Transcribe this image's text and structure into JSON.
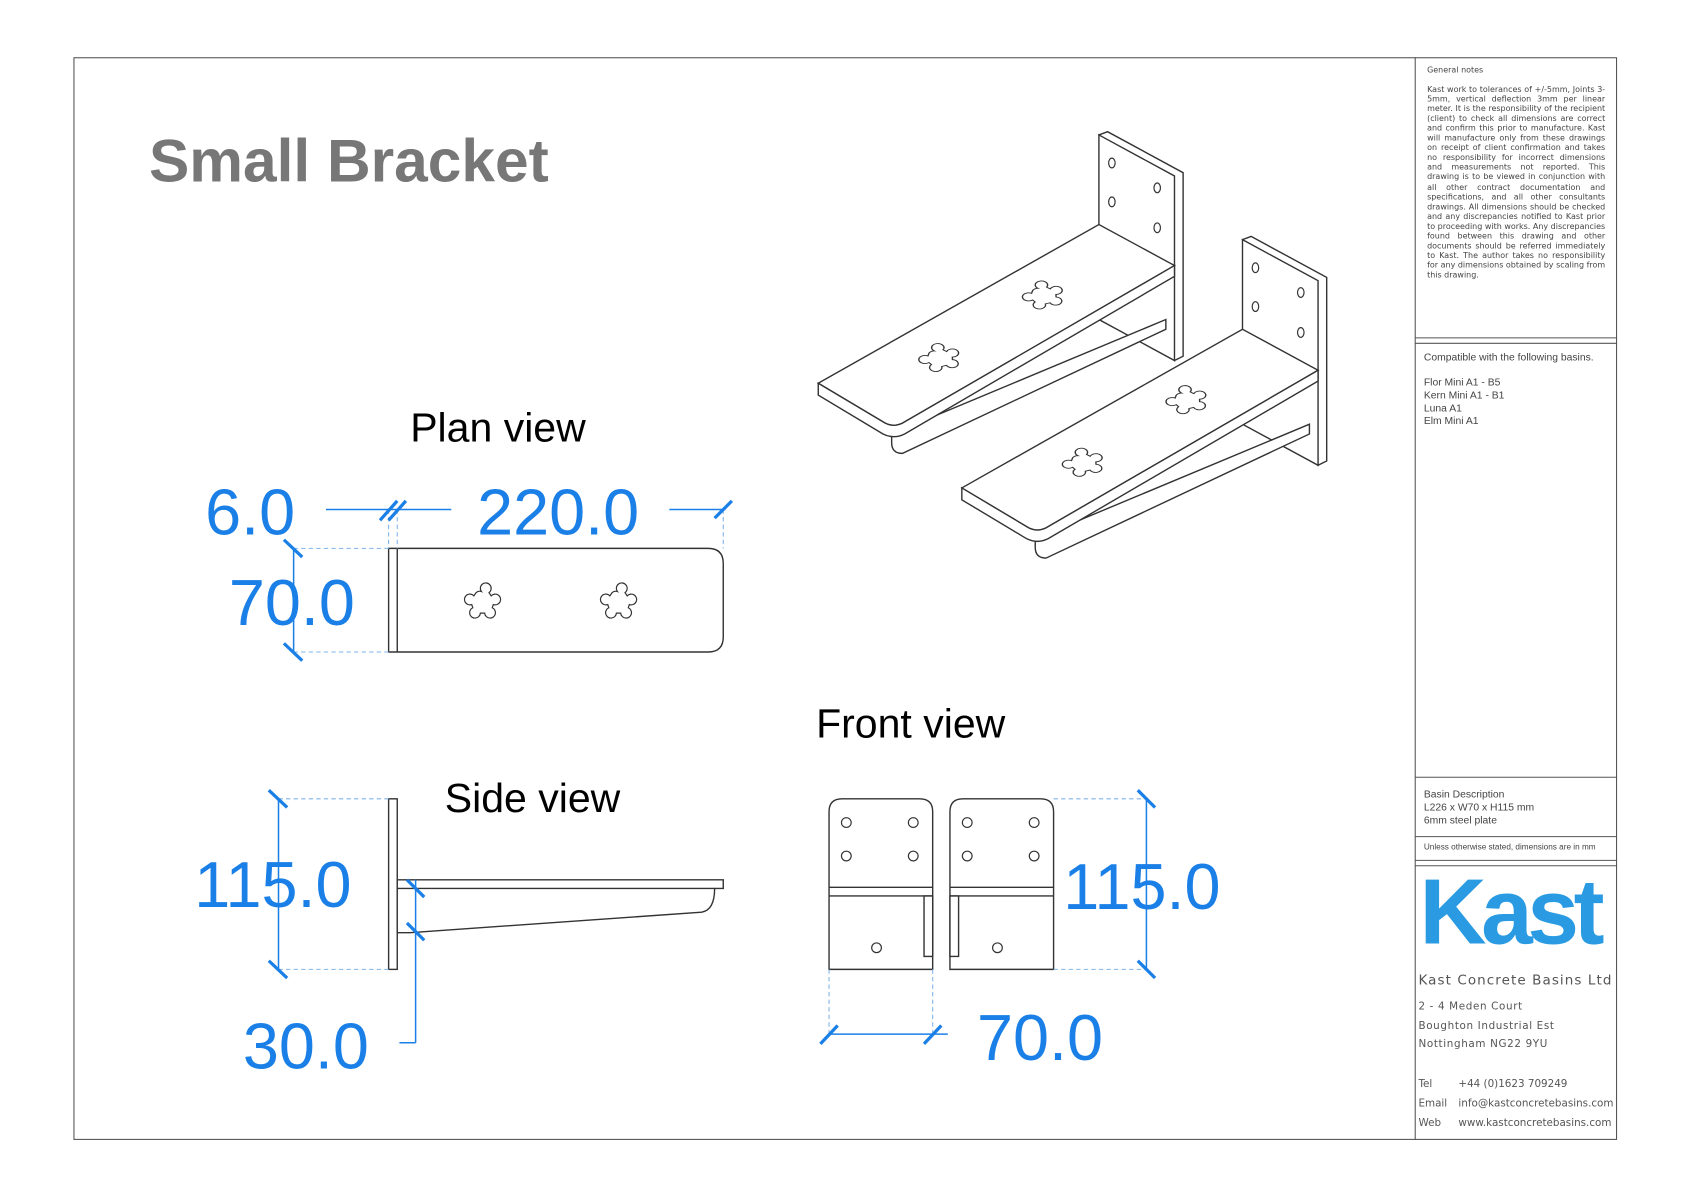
{
  "title": "Small Bracket",
  "views": {
    "plan": "Plan view",
    "side": "Side view",
    "front": "Front view"
  },
  "dimensions": {
    "plan_thickness": "6.0",
    "plan_length": "220.0",
    "plan_width": "70.0",
    "side_height": "115.0",
    "side_offset": "30.0",
    "front_height": "115.0",
    "front_width": "70.0"
  },
  "notes": {
    "heading": "General notes",
    "body": "Kast work to tolerances of +/-5mm, Joints 3-5mm, vertical deflection 3mm per linear meter. It is the responsibility of the recipient (client) to check all dimensions are correct and confirm this prior to manufacture. Kast will manufacture only from these drawings on receipt of client confirmation and takes no responsibility for incorrect dimensions and measurements not reported. This drawing is to be viewed in conjunction with all other contract documentation and specifications, and all other consultants drawings. All dimensions should be checked and any discrepancies notified to Kast prior to proceeding with works. Any discrepancies found between this drawing and other documents should be referred immediately to Kast. The author takes no responsibility for any dimensions obtained by scaling from this drawing."
  },
  "compatibility": {
    "heading": "Compatible with the following basins.",
    "basins": [
      "Flor Mini A1 - B5",
      "Kern Mini A1 - B1",
      "Luna A1",
      "Elm Mini A1"
    ]
  },
  "description": {
    "heading": "Basin Description",
    "size": "L226 x W70 x H115 mm",
    "material": "6mm steel plate"
  },
  "units_note": "Unless otherwise stated, dimensions are in mm",
  "brand": {
    "logo": "Kast",
    "color": "#2a9be3",
    "company": "Kast Concrete Basins Ltd",
    "address": [
      "2 - 4 Meden Court",
      "Boughton Industrial Est",
      "Nottingham NG22 9YU"
    ],
    "contact": [
      {
        "label": "Tel",
        "value": "+44 (0)1623 709249"
      },
      {
        "label": "Email",
        "value": "info@kastconcretebasins.com"
      },
      {
        "label": "Web",
        "value": "www.kastconcretebasins.com"
      }
    ]
  },
  "dimension_color": "#1a7fe6"
}
